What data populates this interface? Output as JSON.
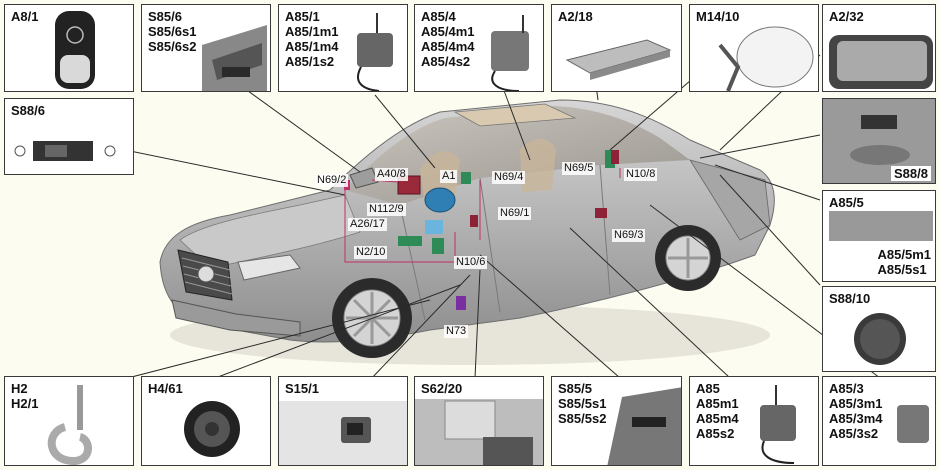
{
  "components": {
    "a8_1": "A8/1",
    "s85_6": "S85/6\nS85/6s1\nS85/6s2",
    "a85_1": "A85/1\nA85/1m1\nA85/1m4\nA85/1s2",
    "a85_4": "A85/4\nA85/4m1\nA85/4m4\nA85/4s2",
    "a2_18": "A2/18",
    "m14_10": "M14/10",
    "a2_32": "A2/32",
    "s88_6": "S88/6",
    "s88_8": "S88/8",
    "a85_5": "A85/5",
    "a85_5_sub": "A85/5m1\nA85/5s1",
    "s88_10": "S88/10",
    "h2": "H2\nH2/1",
    "h4_61": "H4/61",
    "s15_1": "S15/1",
    "s62_20": "S62/20",
    "s85_5": "S85/5\nS85/5s1\nS85/5s2",
    "a85": "A85\nA85m1\nA85m4\nA85s2",
    "a85_3": "A85/3\nA85/3m1\nA85/3m4\nA85/3s2"
  },
  "callouts": {
    "n69_2": "N69/2",
    "a40_8": "A40/8",
    "a1": "A1",
    "n69_4": "N69/4",
    "n69_5": "N69/5",
    "n10_8": "N10/8",
    "n112_9": "N112/9",
    "a26_17": "A26/17",
    "n69_1": "N69/1",
    "n2_10": "N2/10",
    "n10_6": "N10/6",
    "n69_3": "N69/3",
    "n73": "N73"
  },
  "colors": {
    "frame": "#3a3a3a",
    "leader_line": "#2a2a2a",
    "highlight_line": "#c0306a",
    "car_body": "#b8b8b8",
    "background": "#fdfcf0"
  }
}
